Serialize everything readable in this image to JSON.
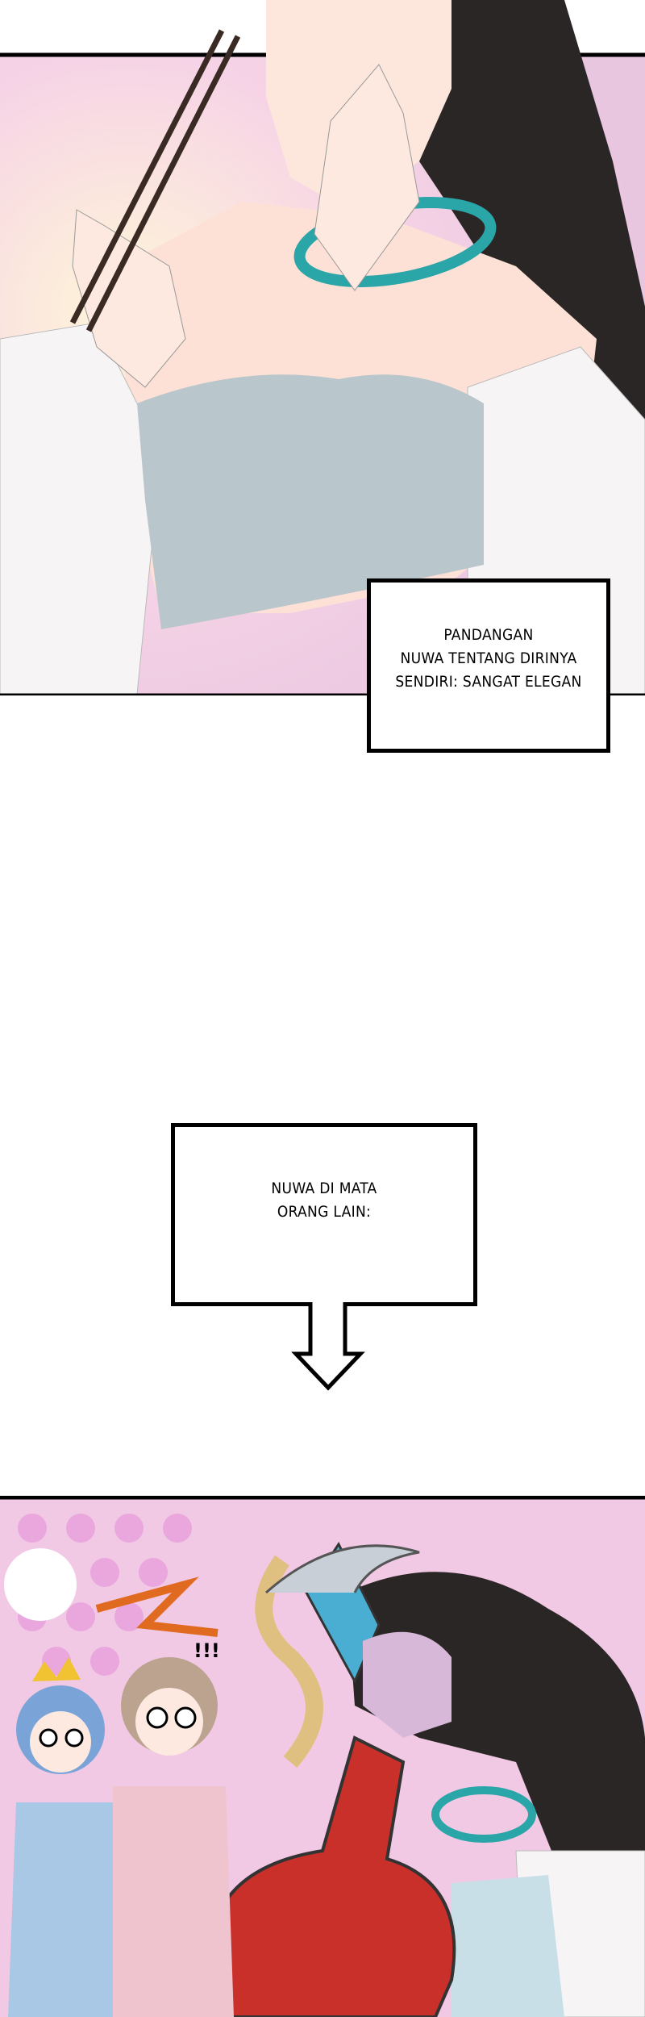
{
  "panels": [
    {
      "caption": {
        "lines": [
          "PANDANGAN",
          "NUWA TENTANG DIRINYA",
          "SENDIRI: SANGAT ELEGAN"
        ]
      }
    },
    {
      "caption": {
        "lines": [
          "NUWA DI MATA",
          "ORANG LAIN:"
        ]
      },
      "arrow": "down-arrow-icon"
    },
    {
      "sfx": "!!!"
    }
  ],
  "colors": {
    "pink_bg": "#f2c9e4",
    "magenta_bg": "#e9a7de",
    "necklace": "#2aa5a8",
    "top_garment": "#b9c6cc",
    "pot": "#c9302a"
  }
}
